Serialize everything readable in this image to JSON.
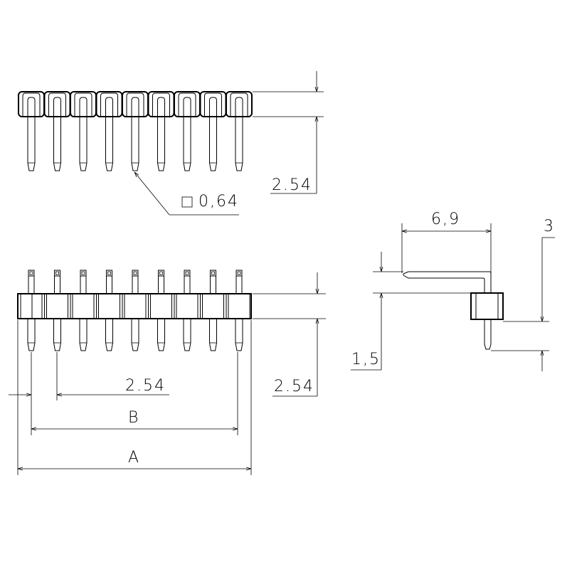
{
  "drawing": {
    "pin_count": 9,
    "labels": {
      "pitch_top": "2.54",
      "pin_square": "0,64",
      "pitch_bottom": "2.54",
      "height_bottom": "2.54",
      "dim_b": "B",
      "dim_a": "A",
      "side_length": "6,9",
      "side_height": "3",
      "side_offset": "1,5"
    },
    "icons": {
      "square_symbol": "square-section-icon"
    }
  }
}
